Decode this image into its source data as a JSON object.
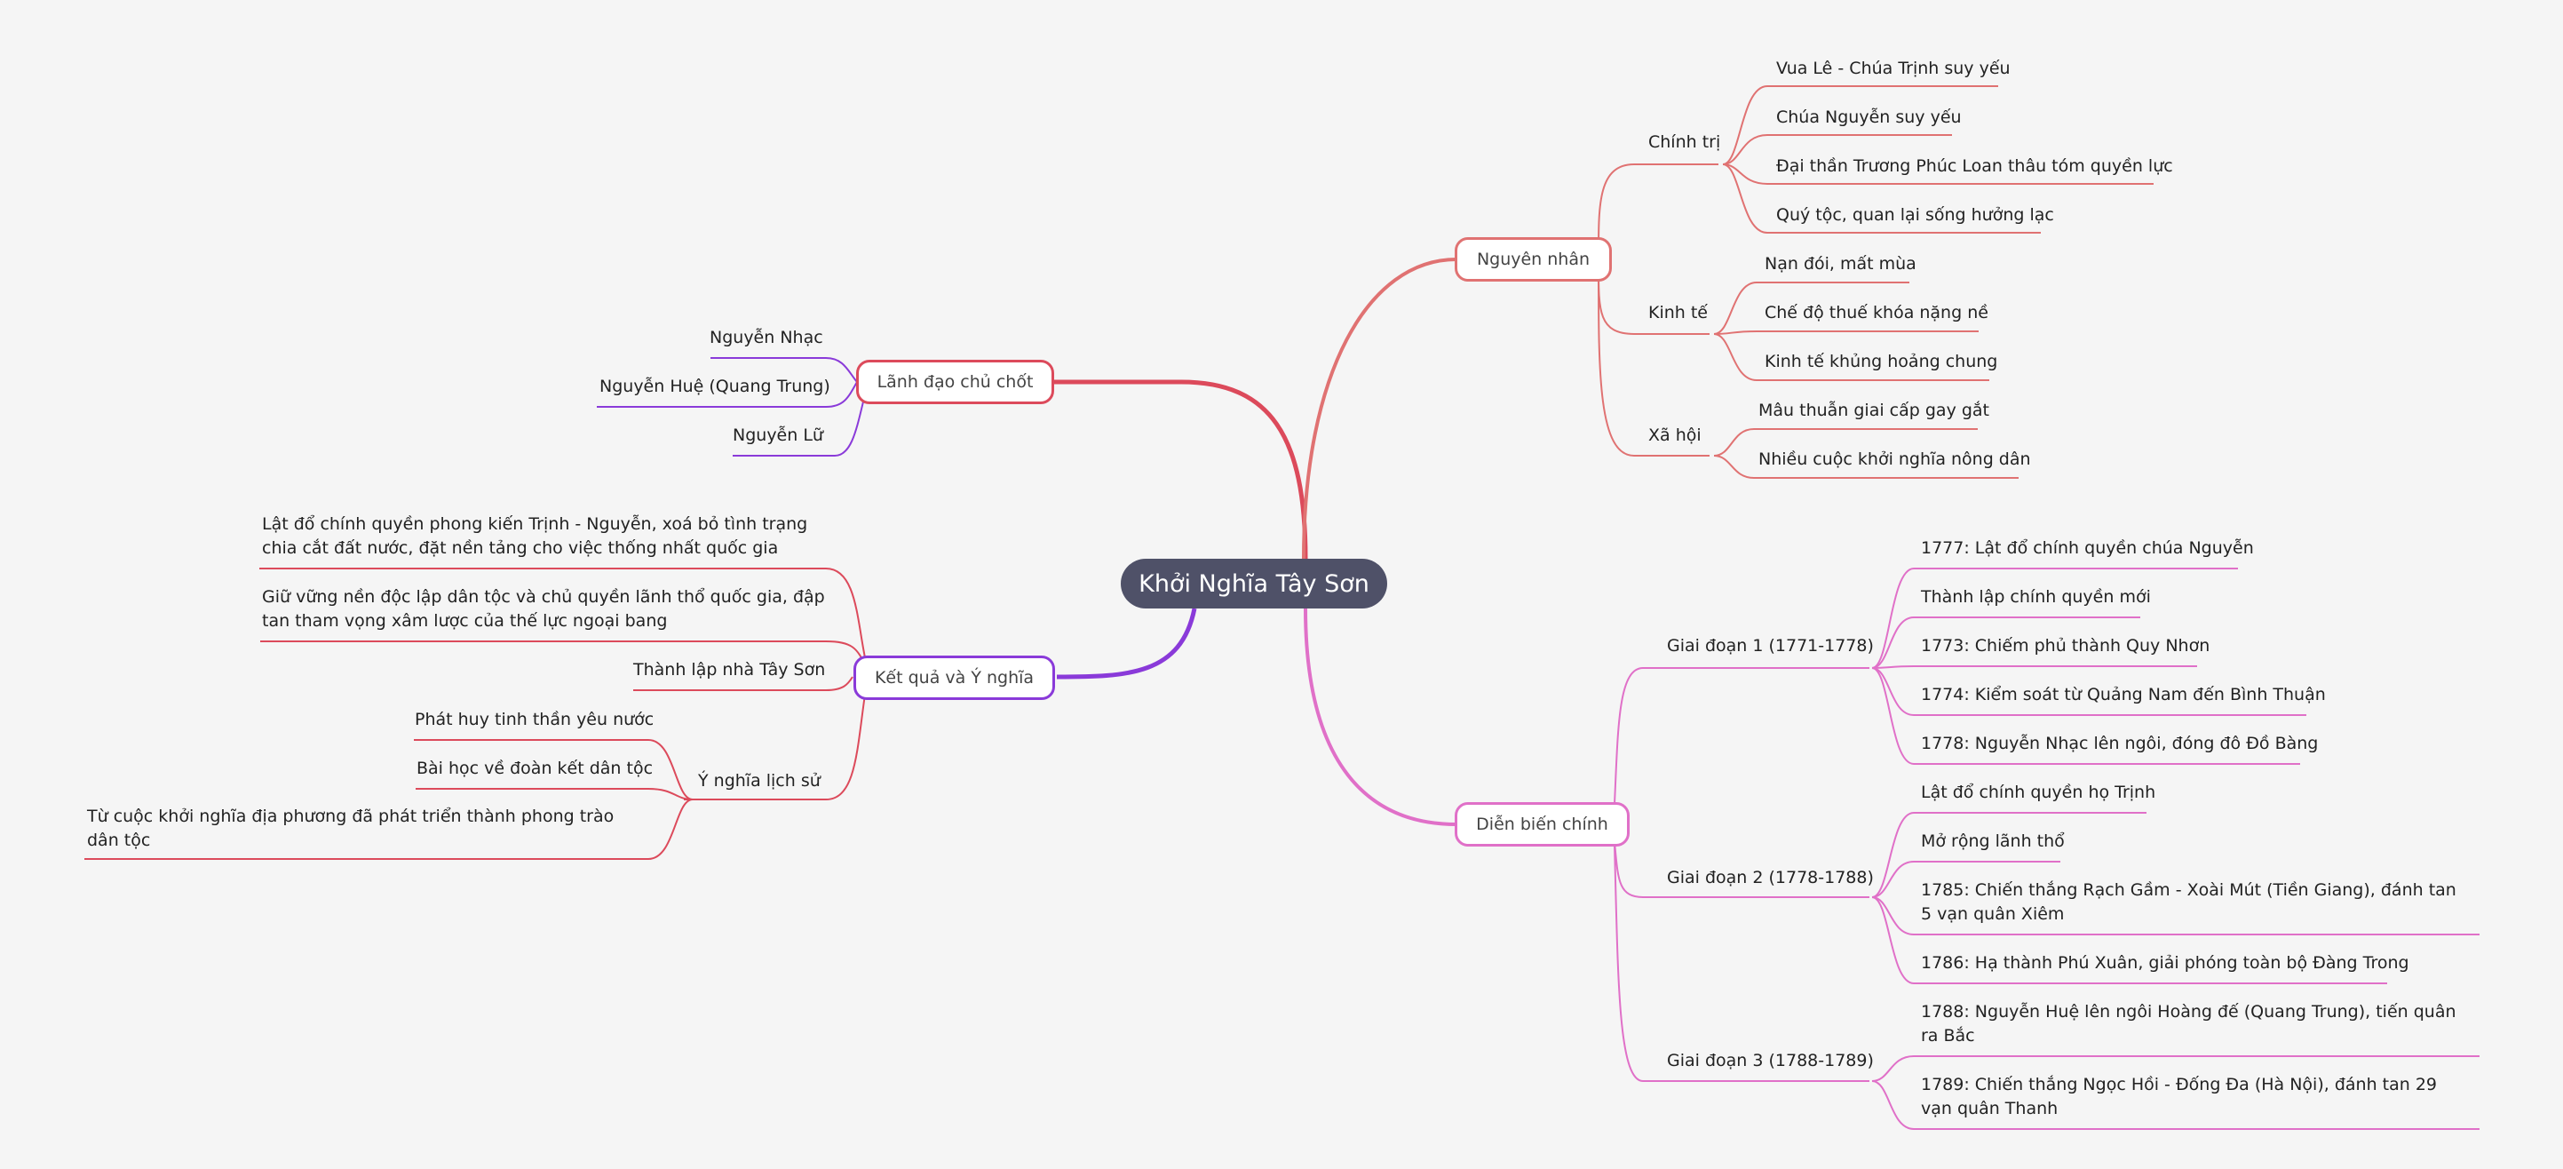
{
  "root": "Khởi Nghĩa Tây Sơn",
  "colors": {
    "red": "#dc4a5b",
    "salmon": "#e07272",
    "pink": "#e070c8",
    "purple": "#8a3ad9",
    "root_fill": "#4f5168",
    "background": "#f5f5f5"
  },
  "right": {
    "nguyen_nhan": {
      "label": "Nguyên nhân",
      "chinh_tri": {
        "label": "Chính trị",
        "items": [
          "Vua Lê - Chúa Trịnh suy yếu",
          "Chúa Nguyễn suy yếu",
          "Đại thần Trương Phúc Loan thâu tóm quyền lực",
          "Quý tộc, quan lại sống hưởng lạc"
        ]
      },
      "kinh_te": {
        "label": "Kinh tế",
        "items": [
          "Nạn đói, mất mùa",
          "Chế độ thuế khóa nặng nề",
          "Kinh tế khủng hoảng chung"
        ]
      },
      "xa_hoi": {
        "label": "Xã hội",
        "items": [
          "Mâu thuẫn giai cấp gay gắt",
          "Nhiều cuộc khởi nghĩa nông dân"
        ]
      }
    },
    "dien_bien": {
      "label": "Diễn biến chính",
      "gd1": {
        "label": "Giai đoạn 1 (1771-1778)",
        "items": [
          "1777: Lật đổ chính quyền chúa Nguyễn",
          "Thành lập chính quyền mới",
          "1773: Chiếm phủ thành Quy Nhơn",
          "1774: Kiểm soát từ Quảng Nam đến Bình Thuận",
          "1778: Nguyễn Nhạc lên ngôi, đóng đô Đồ Bàng"
        ]
      },
      "gd2": {
        "label": "Giai đoạn 2 (1778-1788)",
        "items": [
          "Lật đổ chính quyền họ Trịnh",
          "Mở rộng lãnh thổ",
          "1785: Chiến thắng Rạch Gầm - Xoài Mút (Tiền Giang), đánh tan 5 vạn quân Xiêm",
          "1786: Hạ thành Phú Xuân, giải phóng toàn bộ Đàng Trong"
        ]
      },
      "gd3": {
        "label": "Giai đoạn 3 (1788-1789)",
        "items": [
          "1788: Nguyễn Huệ lên ngôi Hoàng đế (Quang Trung), tiến quân ra Bắc",
          "1789: Chiến thắng Ngọc Hồi - Đống Đa (Hà Nội), đánh tan 29 vạn quân Thanh"
        ]
      }
    }
  },
  "left": {
    "lanh_dao": {
      "label": "Lãnh đạo chủ chốt",
      "items": [
        "Nguyễn Nhạc",
        "Nguyễn Huệ (Quang Trung)",
        "Nguyễn Lữ"
      ]
    },
    "ket_qua": {
      "label": "Kết quả và Ý nghĩa",
      "items": [
        "Lật đổ chính quyền phong kiến Trịnh - Nguyễn, xoá bỏ tình trạng chia cắt đất nước, đặt nền tảng cho việc thống nhất quốc gia",
        "Giữ vững nền độc lập dân tộc và chủ quyền lãnh thổ quốc gia, đập tan tham vọng xâm lược của thế lực ngoại bang",
        "Thành lập nhà Tây Sơn"
      ],
      "y_nghia": {
        "label": "Ý nghĩa lịch sử",
        "items": [
          "Phát huy tinh thần yêu nước",
          "Bài học về đoàn kết dân tộc",
          "Từ cuộc khởi nghĩa địa phương đã phát triển thành phong trào dân tộc"
        ]
      }
    }
  }
}
